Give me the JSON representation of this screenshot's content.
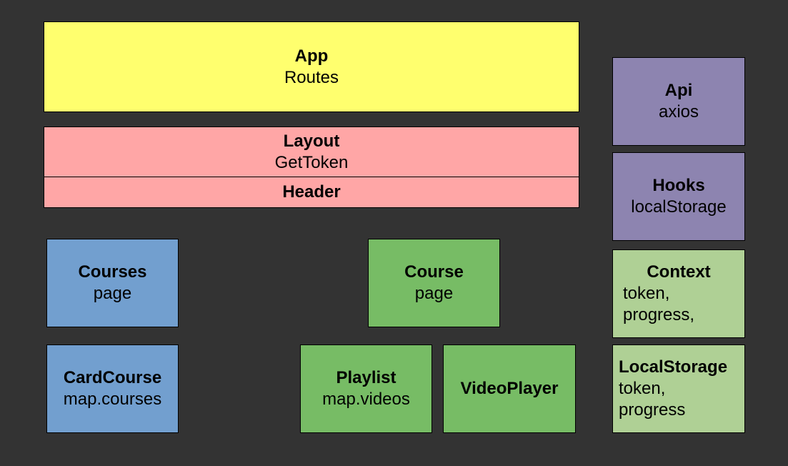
{
  "app": {
    "title": "App",
    "subtitle": "Routes"
  },
  "layout": {
    "title": "Layout",
    "subtitle": "GetToken"
  },
  "header": {
    "title": "Header"
  },
  "api": {
    "title": "Api",
    "subtitle": "axios"
  },
  "hooks": {
    "title": "Hooks",
    "subtitle": "localStorage"
  },
  "context": {
    "title": "Context",
    "line1": "token,",
    "line2": "progress,"
  },
  "localstorage": {
    "title": "LocalStorage",
    "line1": "token,",
    "line2": "progress"
  },
  "courses": {
    "title": "Courses",
    "subtitle": "page"
  },
  "cardcourse": {
    "title": "CardCourse",
    "subtitle": "map.courses"
  },
  "course": {
    "title": "Course",
    "subtitle": "page"
  },
  "playlist": {
    "title": "Playlist",
    "subtitle": "map.videos"
  },
  "videoplayer": {
    "title": "VideoPlayer"
  },
  "colors": {
    "background": "#333333",
    "app": "#ffff6e",
    "layout": "#ffa6a6",
    "api_hooks": "#8d84b0",
    "courses": "#729fcf",
    "course": "#77bc65",
    "context_storage": "#afd095"
  }
}
